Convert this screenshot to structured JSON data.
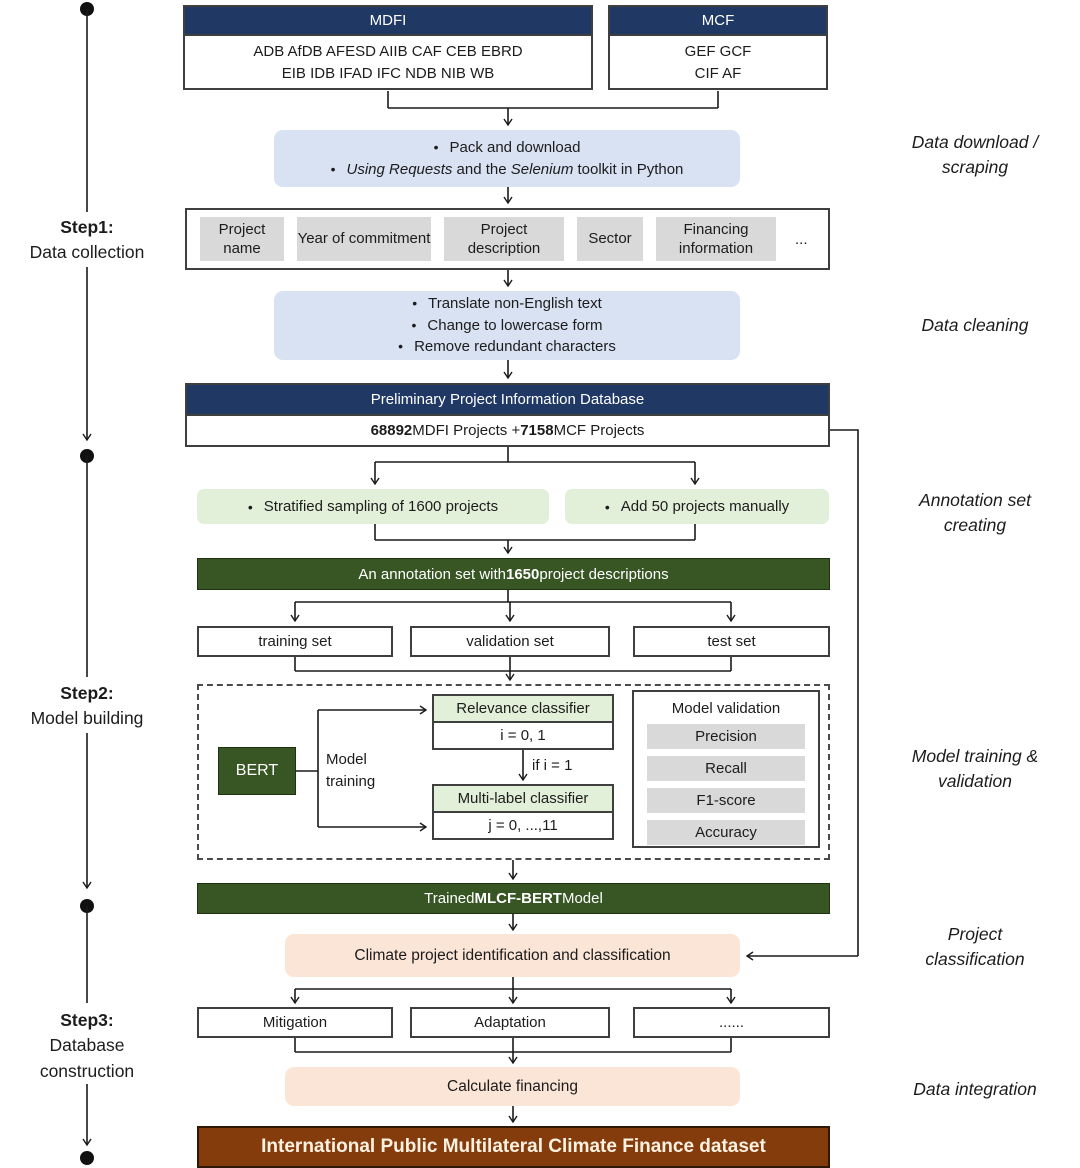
{
  "timeline": {
    "steps": [
      {
        "title": "Step1:",
        "caption": "Data collection"
      },
      {
        "title": "Step2:",
        "caption": "Model building"
      },
      {
        "title": "Step3:",
        "caption": "Database\nconstruction"
      }
    ]
  },
  "stage_labels": [
    "Data download /\nscraping",
    "Data cleaning",
    "Annotation set\ncreating",
    "Model training &\nvalidation",
    "Project\nclassification",
    "Data integration"
  ],
  "sources": {
    "mdfi": {
      "title": "MDFI",
      "line1": "ADB AfDB AFESD AIIB CAF CEB EBRD",
      "line2": "EIB IDB IFAD IFC NDB NIB WB"
    },
    "mcf": {
      "title": "MCF",
      "line1": "GEF GCF",
      "line2": "CIF AF"
    }
  },
  "download_box": {
    "bullet": "•",
    "line1": "Pack and download",
    "line2": {
      "i1": "Using Requests",
      "m": " and the ",
      "i2": "Selenium",
      "t": " toolkit in Python"
    }
  },
  "fields_box": {
    "fields": [
      "Project name",
      "Year of commitment",
      "Project description",
      "Sector",
      "Financing information"
    ],
    "ellipsis": "..."
  },
  "cleaning_box": {
    "bullet": "•",
    "lines": [
      "Translate non-English text",
      "Change to lowercase form",
      "Remove redundant characters"
    ]
  },
  "database_box": {
    "title": "Preliminary Project Information Database",
    "count1": "68892",
    "mid": " MDFI Projects + ",
    "count2": "7158",
    "tail": " MCF Projects"
  },
  "sampling_box": {
    "bullet": "•",
    "label": "Stratified sampling of 1600 projects"
  },
  "manual_box": {
    "bullet": "•",
    "label": "Add 50 projects manually"
  },
  "annotation_bar": {
    "pre": "An annotation set with ",
    "bold": "1650",
    "post": " project descriptions"
  },
  "set_boxes": [
    "training set",
    "validation set",
    "test set"
  ],
  "model_box": {
    "bert": "BERT",
    "model_training": "Model\ntraining",
    "relevance": {
      "title": "Relevance classifier",
      "value": "i = 0, 1"
    },
    "condition": "if i = 1",
    "multilabel": {
      "title": "Multi-label classifier",
      "value": "j = 0, ...,11"
    },
    "validation": {
      "title": "Model validation",
      "metrics": [
        "Precision",
        "Recall",
        "F1-score",
        "Accuracy"
      ]
    }
  },
  "trained_bar": {
    "pre": "Trained ",
    "bold": "MLCF-BERT",
    "post": " Model"
  },
  "classification_box": {
    "label": "Climate project identification and classification"
  },
  "category_boxes": [
    "Mitigation",
    "Adaptation",
    "......"
  ],
  "financing_box": {
    "label": "Calculate financing"
  },
  "dataset_bar": {
    "label": "International Public Multilateral Climate Finance dataset"
  },
  "colors": {
    "navy": "#1F3864",
    "light_blue": "#D9E2F3",
    "light_green": "#E2EFD9",
    "dark_green": "#375623",
    "peach": "#FBE5D6",
    "brown": "#843C0C",
    "chip_gray": "#D9D9D9"
  }
}
